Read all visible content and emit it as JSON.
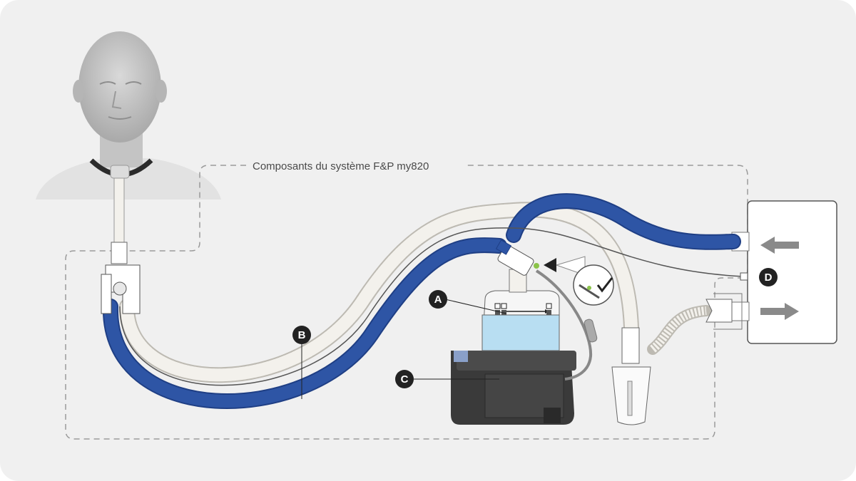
{
  "diagram": {
    "boundary_label": "Composants du système F&P my820",
    "callouts": [
      {
        "id": "A",
        "label": "A"
      },
      {
        "id": "B",
        "label": "B"
      },
      {
        "id": "C",
        "label": "C"
      },
      {
        "id": "D",
        "label": "D"
      }
    ],
    "colors": {
      "background": "#f0f0f0",
      "blue_tube": "#2e55a5",
      "white_tube": "#f3f1ec",
      "chamber_water": "#b8def2",
      "humidifier_body": "#3a3a3a",
      "arrow": "#8a8a8a",
      "badge": "#222222"
    }
  }
}
